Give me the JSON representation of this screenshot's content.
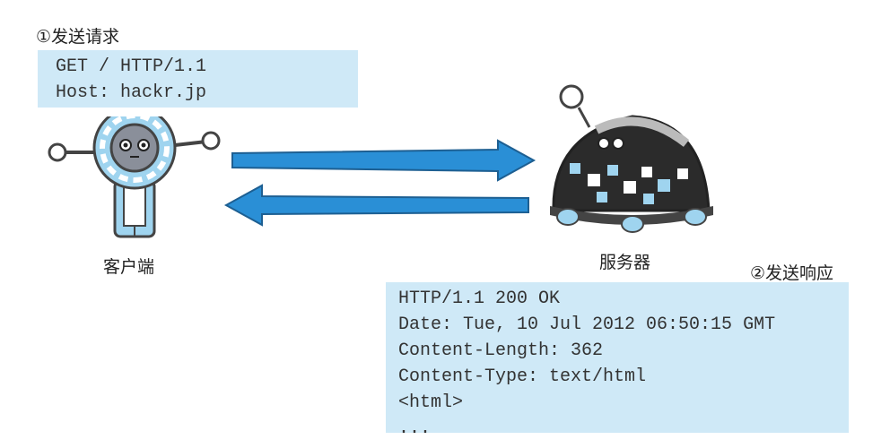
{
  "request": {
    "step_label": "①发送请求",
    "lines": [
      "GET / HTTP/1.1",
      "Host: hackr.jp"
    ]
  },
  "response": {
    "step_label": "②发送响应",
    "lines": [
      "HTTP/1.1 200 OK",
      "Date: Tue, 10 Jul 2012 06:50:15 GMT",
      "Content-Length: 362",
      "Content-Type: text/html",
      "<html>",
      "..."
    ]
  },
  "client": {
    "label": "客户端"
  },
  "server": {
    "label": "服务器"
  },
  "colors": {
    "box_bg": "#cfe9f7",
    "arrow": "#2a8fd6",
    "client_body": "#9fd4ef",
    "server_body": "#2b2b2b"
  }
}
